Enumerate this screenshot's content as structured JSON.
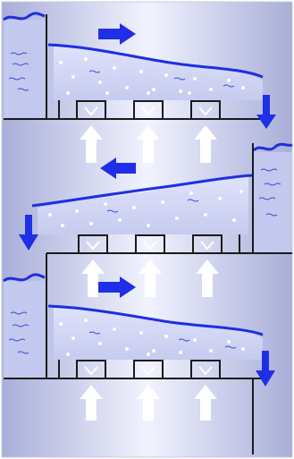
{
  "diagram": {
    "trays": [
      {
        "id": "tray-1",
        "liquid_flow": "left-to-right",
        "caps": 3
      },
      {
        "id": "tray-2",
        "liquid_flow": "right-to-left",
        "caps": 3
      },
      {
        "id": "tray-3",
        "liquid_flow": "left-to-right",
        "caps": 3
      }
    ],
    "colors": {
      "background_edge": "#a8aed8",
      "background_center": "#f2f3ff",
      "wall": "#1a1a1a",
      "liquid_line": "#1d2fe0",
      "flow_arrow": "#1f2fe8",
      "vapor_arrow": "#ffffff",
      "bubble": "#ffffff",
      "ripple": "#3a4ad0"
    },
    "icons": [
      "vapor-up-arrow-icon",
      "liquid-flow-arrow-icon",
      "downcomer-arrow-icon",
      "bubble-cap-icon"
    ]
  }
}
